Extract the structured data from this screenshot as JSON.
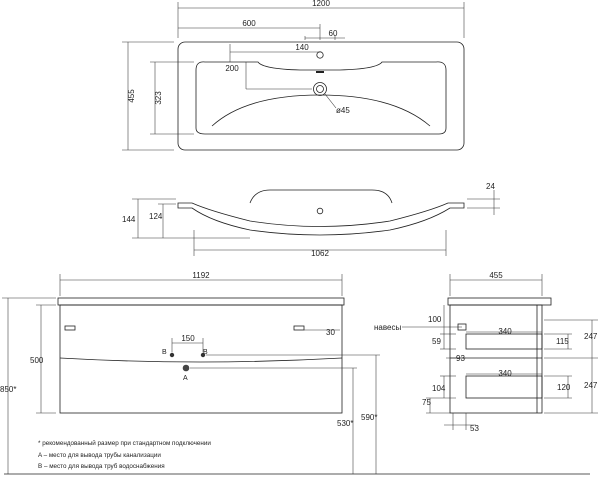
{
  "top_view": {
    "width": "1200",
    "half_width": "600",
    "tap_offset": "60",
    "tap_hole_offset": "140",
    "depth": "455",
    "bowl_depth": "323",
    "front_gap": "200",
    "drain_diameter": "ø45"
  },
  "side_section": {
    "rim_thickness": "24",
    "total_height": "144",
    "bowl_height": "124",
    "inner_length": "1062"
  },
  "front_view": {
    "width": "1192",
    "cabinet_height": "500",
    "floor_height": "850*",
    "hinge_offset": "30",
    "hinges_label": "навесы",
    "pipe_spacing": "150",
    "label_b_left": "B",
    "label_b_right": "B",
    "label_a": "A",
    "drain_height": "530*",
    "supply_height": "590*"
  },
  "side_view": {
    "depth": "455",
    "top_offset": "100",
    "upper_shelf": "340",
    "upper_height": "247",
    "upper_depth": "115",
    "upper_mid": "59",
    "middle": "93",
    "lower_shelf": "340",
    "lower_height": "247",
    "lower_offset": "104",
    "lower_depth": "120",
    "plinth": "75",
    "back_offset": "53"
  },
  "notes": {
    "line1": "* рекомендованный размер при стандартном подключении",
    "line2": "A – место для вывода трубы канализации",
    "line3": "B – место для вывода труб водоснабжения"
  }
}
